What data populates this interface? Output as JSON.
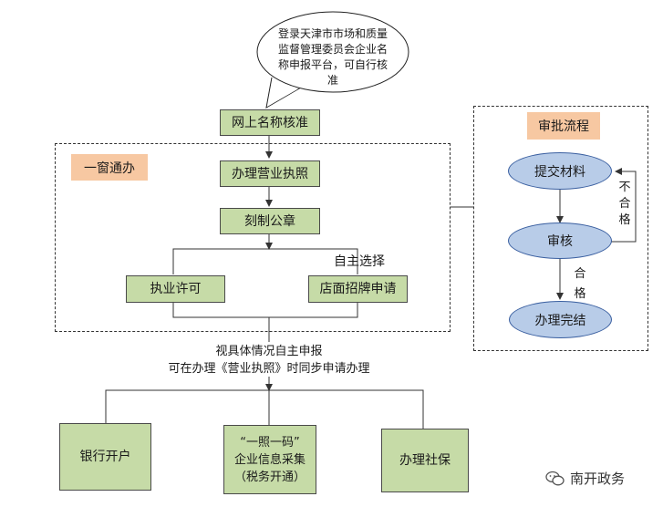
{
  "bubble": {
    "lines": [
      "登录天津市市场和质量",
      "监督管理委员会企业名",
      "称申报平台，可自行核准"
    ]
  },
  "steps": {
    "name_check": "网上名称核准",
    "license": "办理营业执照",
    "seal": "刻制公章",
    "permit": "执业许可",
    "signboard": "店面招牌申请",
    "bank": "银行开户",
    "info_lines": [
      "“一照一码”",
      "企业信息采集",
      "（税务开通）"
    ],
    "social": "办理社保"
  },
  "labels": {
    "one_window": "一窗通办",
    "self_choose": "自主选择",
    "note_lines": [
      "视具体情况自主申报",
      "可在办理《营业执照》时同步申请办理"
    ]
  },
  "approval": {
    "title": "审批流程",
    "submit": "提交材料",
    "review": "审核",
    "done": "办理完结",
    "fail": "不合格",
    "pass": "合格"
  },
  "watermark": {
    "text": "南开政务"
  }
}
